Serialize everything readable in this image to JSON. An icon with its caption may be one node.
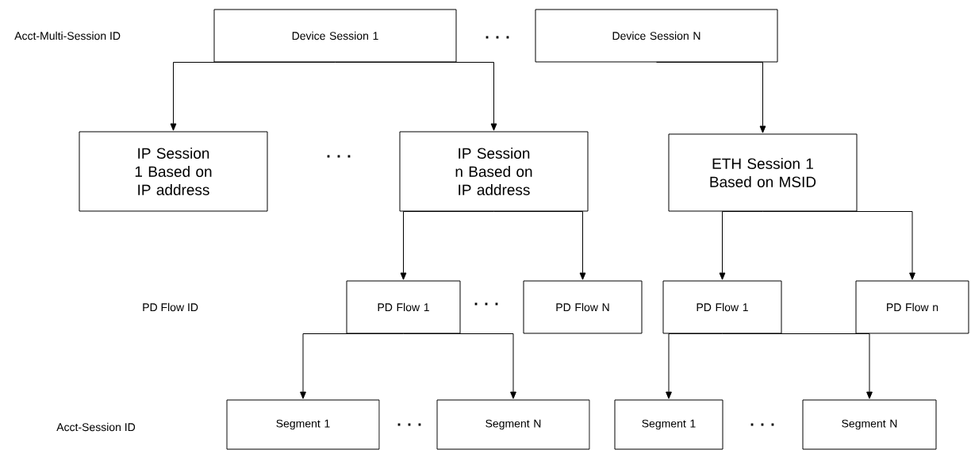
{
  "diagram": {
    "nodes": [
      {
        "text": [
          "Device Session 1"
        ]
      },
      {
        "text": [
          "Device Session N"
        ]
      },
      {
        "text": [
          "IP Session 1 Based on IP address"
        ]
      },
      {
        "text": [
          "IP Session n Based on IP address"
        ]
      },
      {
        "text": [
          "ETH Session 1 Based on MSID"
        ]
      },
      {
        "text": [
          "PD Flow 1"
        ]
      },
      {
        "text": [
          "PD Flow N"
        ]
      },
      {
        "text": [
          "PD Flow 1"
        ]
      },
      {
        "text": [
          "PD Flow n"
        ]
      },
      {
        "text": [
          "Segment 1"
        ]
      },
      {
        "text": [
          "Segment N"
        ]
      },
      {
        "text": [
          "Segment 1"
        ]
      },
      {
        "text": [
          "Segment N"
        ]
      }
    ],
    "edges": [
      {
        "from": 0,
        "to": 2,
        "arrow": "to"
      },
      {
        "from": 0,
        "to": 3,
        "arrow": "to"
      },
      {
        "from": 1,
        "to": 4,
        "arrow": "to"
      },
      {
        "from": 3,
        "to": 5,
        "arrow": "to"
      },
      {
        "from": 3,
        "to": 6,
        "arrow": "to"
      },
      {
        "from": 4,
        "to": 7,
        "arrow": "to"
      },
      {
        "from": 4,
        "to": 8,
        "arrow": "to"
      },
      {
        "from": 5,
        "to": 9,
        "arrow": "to"
      },
      {
        "from": 5,
        "to": 10,
        "arrow": "to"
      },
      {
        "from": 7,
        "to": 11,
        "arrow": "to"
      },
      {
        "from": 7,
        "to": 12,
        "arrow": "to"
      }
    ],
    "labels": [
      "Acct-Multi-Session ID",
      ". . .",
      ". . .",
      "PD Flow ID",
      ". . .",
      "Acct-Session ID",
      ". . .",
      ". . ."
    ]
  }
}
